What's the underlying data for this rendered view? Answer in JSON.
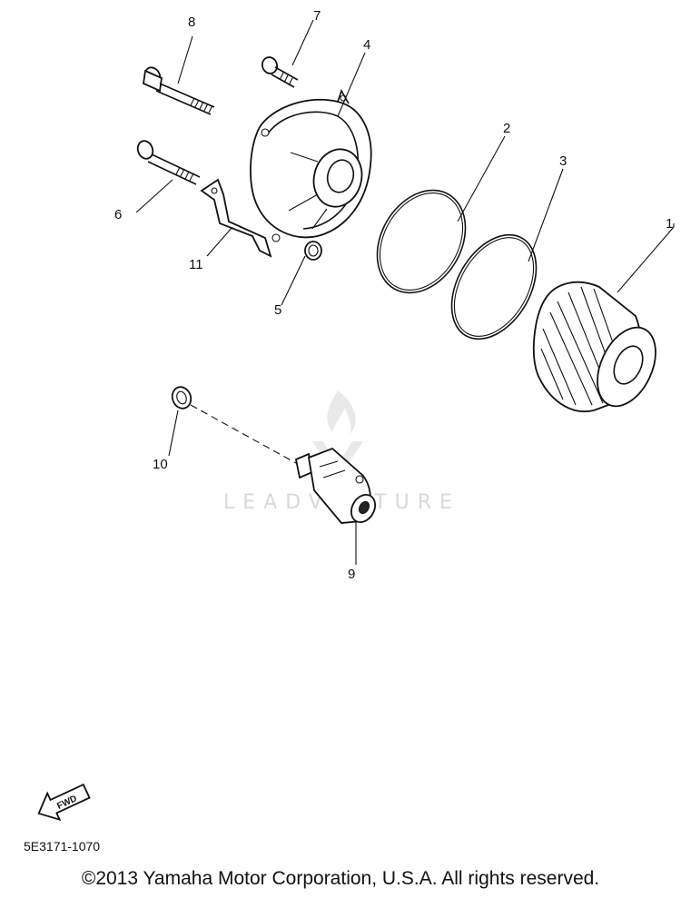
{
  "callouts": [
    "1",
    "2",
    "3",
    "4",
    "5",
    "6",
    "7",
    "8",
    "9",
    "10",
    "11"
  ],
  "watermark": "LEADVENTURE",
  "fwd_label": "FWD",
  "diagram_code": "5E3171-1070",
  "copyright": "©2013 Yamaha Motor Corporation, U.S.A. All rights reserved."
}
